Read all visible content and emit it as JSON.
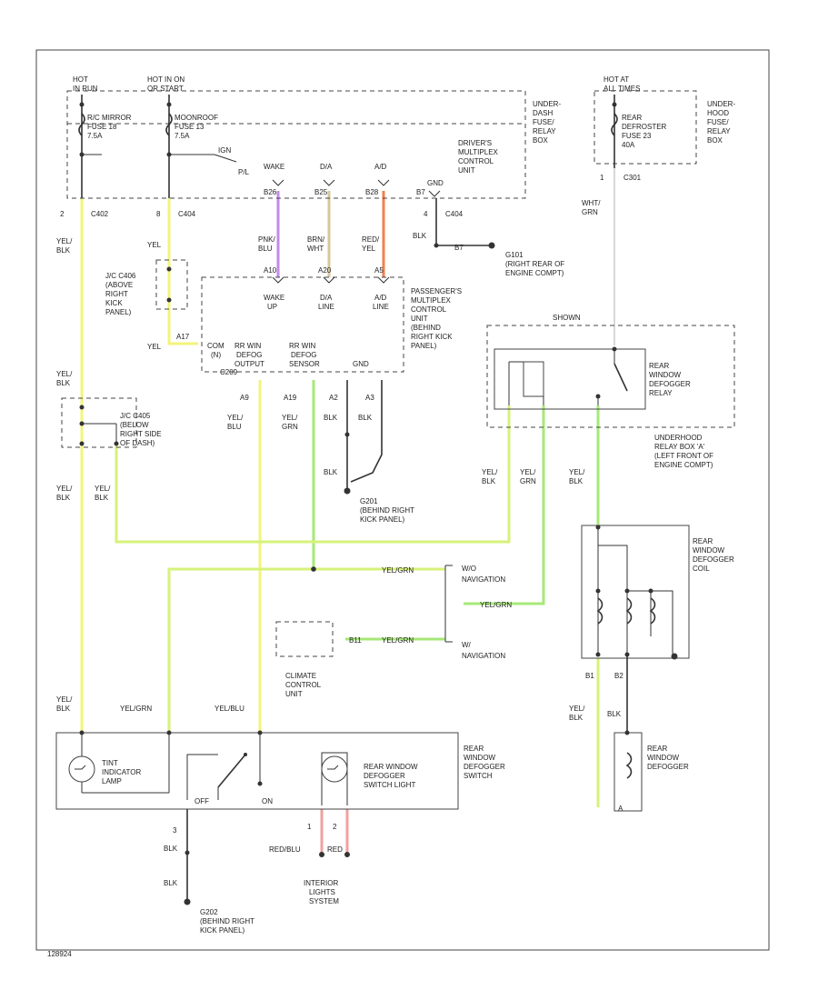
{
  "colors": {
    "yel_blk": "#f2f57a",
    "yel_grn": "#d6f27a",
    "grn": "#a6e878",
    "pnk_blu": "#c48ae8",
    "brn_wht": "#d7c79a",
    "red_yel": "#f08050",
    "red_blu": "#f0a0a0",
    "wht_grn": "#d8d8d8",
    "blk": "#333333"
  },
  "frame_id": "128924",
  "under_dash_fuse": {
    "hot1": [
      "HOT",
      "IN RUN"
    ],
    "hot2": [
      "HOT IN ON",
      "OR START"
    ],
    "fuse18": [
      "R/C MIRROR",
      "FUSE 18",
      "7.5A"
    ],
    "fuse13": [
      "MOONROOF",
      "FUSE 13",
      "7.5A"
    ],
    "box_label": [
      "UNDER-",
      "DASH",
      "FUSE/",
      "RELAY",
      "BOX"
    ],
    "dmcu_label": [
      "DRIVER'S",
      "MULTIPLEX",
      "CONTROL",
      "UNIT"
    ],
    "ign": "IGN",
    "pl": "P/L",
    "dmcu_pins": [
      "WAKE",
      "D/A",
      "A/D",
      "GND"
    ],
    "dmcu_pin_nums": [
      "B26",
      "B25",
      "B28",
      "B7"
    ],
    "c402": "C402",
    "c404": "C404",
    "c404b": "C404",
    "pin2": "2",
    "pin8": "8",
    "pin4": "4"
  },
  "under_hood_fuse": {
    "hot": [
      "HOT AT",
      "ALL TIMES"
    ],
    "fuse": [
      "REAR",
      "DEFROSTER",
      "FUSE 23",
      "40A"
    ],
    "box_label": [
      "UNDER-",
      "HOOD",
      "FUSE/",
      "RELAY",
      "BOX"
    ],
    "pin1": "1",
    "c301": "C301",
    "wire": [
      "WHT/",
      "GRN"
    ]
  },
  "wires": {
    "yel_blk_1": [
      "YEL/",
      "BLK"
    ],
    "yel_blk_2": [
      "YEL/",
      "BLK"
    ],
    "yel_blk_3": [
      "YEL/",
      "BLK"
    ],
    "yel_blk_4": [
      "YEL/",
      "BLK"
    ],
    "yel_blk_5": [
      "YEL/",
      "BLK"
    ],
    "yel_blk_6": [
      "YEL/",
      "BLK"
    ],
    "yel_blk_7": [
      "YEL/",
      "BLK"
    ],
    "yel_blu": [
      "YEL/",
      "BLU"
    ],
    "yel_grn_a": [
      "YEL/",
      "GRN"
    ],
    "yel_grn_b": [
      "YEL/",
      "GRN"
    ],
    "yel1": "YEL",
    "yel2": "YEL",
    "pnk_blu": [
      "PNK/",
      "BLU"
    ],
    "brn_wht": [
      "BRN/",
      "WHT"
    ],
    "red_yel": [
      "RED/",
      "YEL"
    ],
    "blk1": "BLK",
    "blk2": "BLK",
    "blk3": "BLK",
    "blk4": "BLK",
    "blk5": "BLK",
    "blk6": "BLK",
    "blk7": "BLK",
    "yelgrn_lbl1": "YEL/GRN",
    "yelgrn_lbl2": "YEL/GRN",
    "yelgrn_lbl3": "YEL/GRN",
    "yelgrn_lbl4": "YEL/GRN",
    "yelblu_lbl": "YEL/BLU",
    "redblu_lbl": "RED/BLU",
    "red_lbl": "RED"
  },
  "grounds": {
    "g101": [
      "G101",
      "(RIGHT REAR OF",
      "ENGINE COMPT)"
    ],
    "g201": [
      "G201",
      "(BEHIND RIGHT",
      "KICK PANEL)"
    ],
    "g202": [
      "G202",
      "(BEHIND RIGHT",
      "KICK PANEL)"
    ]
  },
  "ac_cases": {
    "above": [
      "J/C C406",
      "(ABOVE",
      "RIGHT",
      "KICK",
      "PANEL)"
    ],
    "below": [
      "J/C C405",
      "(BELOW",
      "RIGHT SIDE",
      "OF DASH)"
    ]
  },
  "pmcu": {
    "label": [
      "PASSENGER'S",
      "MULTIPLEX",
      "CONTROL",
      "UNIT",
      "(BEHIND",
      "RIGHT KICK",
      "PANEL)"
    ],
    "pins_top": [
      "WAKE",
      "UP",
      "D/A",
      "LINE",
      "A/D",
      "LINE"
    ],
    "pins_top_nums": [
      "A10",
      "A20",
      "A5"
    ],
    "pins_bottom": [
      "COM",
      "(N)",
      "RR WIN",
      "DEFOG",
      "OUTPUT",
      "RR WIN",
      "DEFOG",
      "SENSOR",
      "GND"
    ],
    "pin_nums_bottom": [
      "A9",
      "A19",
      "A2",
      "A3"
    ],
    "c209": "C209",
    "pin_a17": "A17"
  },
  "relay_box": {
    "header": "SHOWN",
    "relay": [
      "REAR",
      "WINDOW",
      "DEFOGGER",
      "RELAY"
    ],
    "box_label": [
      "UNDERHOOD",
      "RELAY BOX 'A'",
      "(LEFT FRONT OF",
      "ENGINE COMPT)"
    ]
  },
  "navigation": {
    "with": [
      "W/O",
      "NAVIGATION"
    ],
    "without": [
      "W/",
      "NAVIGATION"
    ],
    "climate": [
      "CLIMATE",
      "CONTROL",
      "UNIT"
    ],
    "b11": "B11"
  },
  "coil": {
    "label": [
      "REAR",
      "WINDOW",
      "DEFOGGER",
      "COIL"
    ],
    "b1": "B1",
    "b2": "B2",
    "a": "A"
  },
  "defogger": {
    "label": [
      "REAR",
      "WINDOW",
      "DEFOGGER"
    ]
  },
  "switch": {
    "label": [
      "REAR",
      "WINDOW",
      "DEFOGGER",
      "SWITCH"
    ],
    "indicator": [
      "TINT",
      "INDICATOR",
      "LAMP"
    ],
    "switch_light": [
      "REAR WINDOW",
      "DEFOGGER",
      "SWITCH LIGHT"
    ],
    "off": "OFF",
    "on": "ON",
    "pin3": "3",
    "pin1": "1",
    "pin2": "2"
  },
  "interior": [
    "INTERIOR",
    "LIGHTS",
    "SYSTEM"
  ]
}
